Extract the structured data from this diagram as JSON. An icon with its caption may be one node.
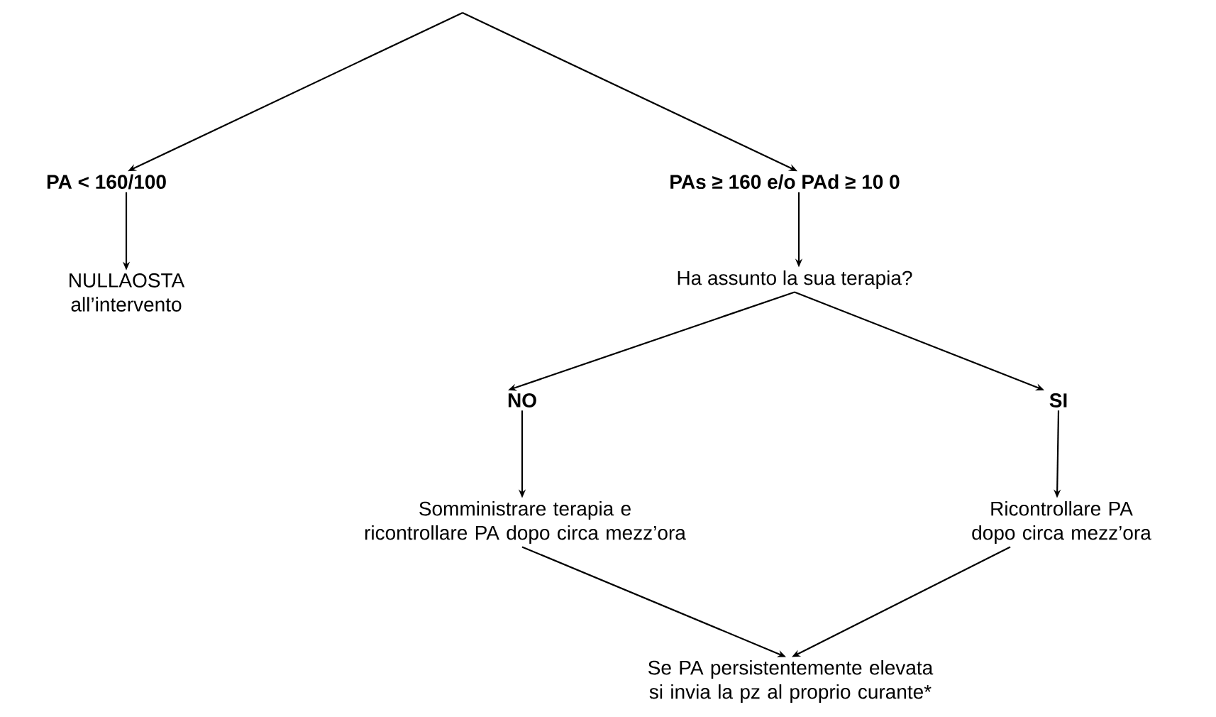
{
  "diagram": {
    "nodes": [
      {
        "text": [
          "PA < 160/100"
        ]
      },
      {
        "text": [
          "PAs ≥ 160 e/o  PAd ≥ 10 0"
        ]
      },
      {
        "text": [
          "NULLAOSTA all’intervento"
        ]
      },
      {
        "text": [
          "Ha assunto la sua terapia?"
        ]
      },
      {
        "text": [
          "NO"
        ]
      },
      {
        "text": [
          "SI"
        ]
      },
      {
        "text": [
          "Somministrare terapia e ricontrollare PA dopo circa mezz’ora"
        ]
      },
      {
        "text": [
          "Ricontrollare PA dopo circa mezz’ora"
        ]
      },
      {
        "text": [
          "Se PA persistentemente elevata si invia la pz al proprio curante*"
        ]
      }
    ],
    "edges": [
      {
        "from": null,
        "to": 0,
        "arrow": "to"
      },
      {
        "from": null,
        "to": 1,
        "arrow": "to"
      },
      {
        "from": 0,
        "to": 2,
        "arrow": "to"
      },
      {
        "from": 1,
        "to": 3,
        "arrow": "to"
      },
      {
        "from": 3,
        "to": 4,
        "arrow": "to"
      },
      {
        "from": 3,
        "to": 5,
        "arrow": "to"
      },
      {
        "from": 4,
        "to": 6,
        "arrow": "to"
      },
      {
        "from": 5,
        "to": 7,
        "arrow": "to"
      },
      {
        "from": 6,
        "to": 8,
        "arrow": "to"
      },
      {
        "from": 7,
        "to": 8,
        "arrow": "to"
      }
    ]
  }
}
